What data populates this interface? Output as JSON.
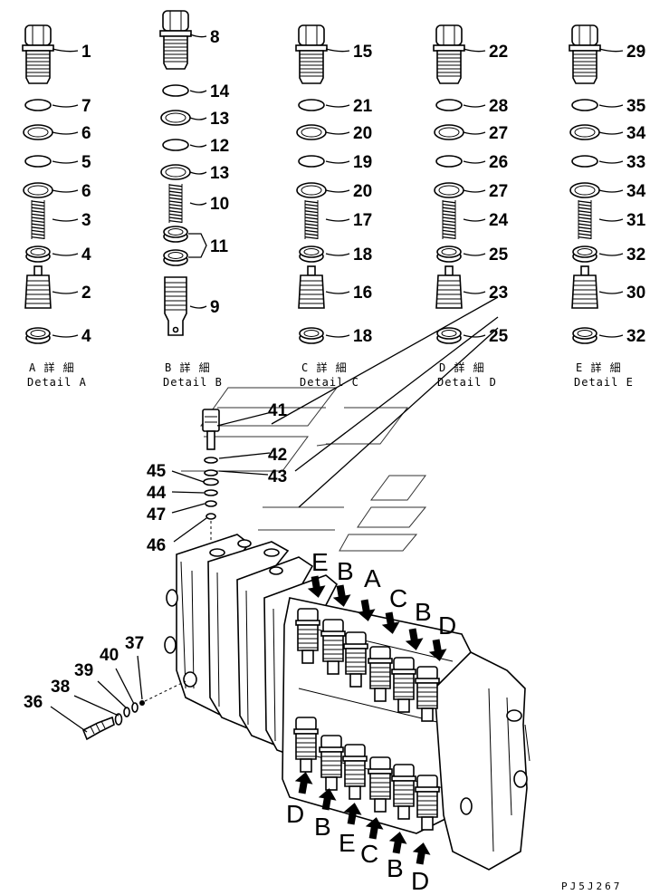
{
  "details": [
    {
      "id": "A",
      "caption_jp": "A 詳 細",
      "caption_en": "Detail A",
      "labels": [
        "1",
        "7",
        "6",
        "5",
        "6",
        "3",
        "4",
        "2",
        "4"
      ]
    },
    {
      "id": "B",
      "caption_jp": "B 詳 細",
      "caption_en": "Detail B",
      "labels": [
        "8",
        "14",
        "13",
        "12",
        "13",
        "10",
        "11",
        "9"
      ]
    },
    {
      "id": "C",
      "caption_jp": "C 詳 細",
      "caption_en": "Detail C",
      "labels": [
        "15",
        "21",
        "20",
        "19",
        "20",
        "17",
        "18",
        "16",
        "18"
      ]
    },
    {
      "id": "D",
      "caption_jp": "D 詳 細",
      "caption_en": "Detail D",
      "labels": [
        "22",
        "28",
        "27",
        "26",
        "27",
        "24",
        "25",
        "23",
        "25"
      ]
    },
    {
      "id": "E",
      "caption_jp": "E 詳 細",
      "caption_en": "Detail E",
      "labels": [
        "29",
        "35",
        "34",
        "33",
        "34",
        "31",
        "32",
        "30",
        "32"
      ]
    }
  ],
  "stack_labels": [
    "41",
    "42",
    "43",
    "45",
    "44",
    "47",
    "46"
  ],
  "plug_labels": [
    "37",
    "40",
    "39",
    "38",
    "36"
  ],
  "top_arrow_letters": [
    "E",
    "B",
    "A",
    "C",
    "B",
    "D"
  ],
  "bottom_arrow_letters": [
    "D",
    "B",
    "E",
    "C",
    "B",
    "D"
  ],
  "page_code": "PJ5J267"
}
